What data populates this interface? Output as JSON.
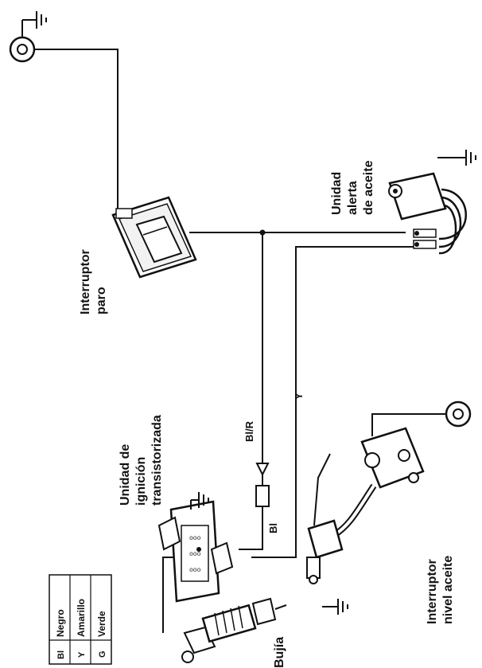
{
  "labels": {
    "stop_switch": [
      "Interruptor",
      "paro"
    ],
    "oil_alert_unit": [
      "Unidad",
      "alerta",
      "de aceite"
    ],
    "ignition_unit": [
      "Unidad de",
      "ignición",
      "transistorizada"
    ],
    "oil_level_switch": [
      "Interruptor",
      "nivel aceite"
    ],
    "spark_plug": "Bujía"
  },
  "wires": {
    "bl_r": "Bl/R",
    "bl": "Bl",
    "y": "Y"
  },
  "legend": [
    {
      "code": "Bl",
      "color": "Negro"
    },
    {
      "code": "Y",
      "color": "Amarillo"
    },
    {
      "code": "G",
      "color": "Verde"
    }
  ]
}
